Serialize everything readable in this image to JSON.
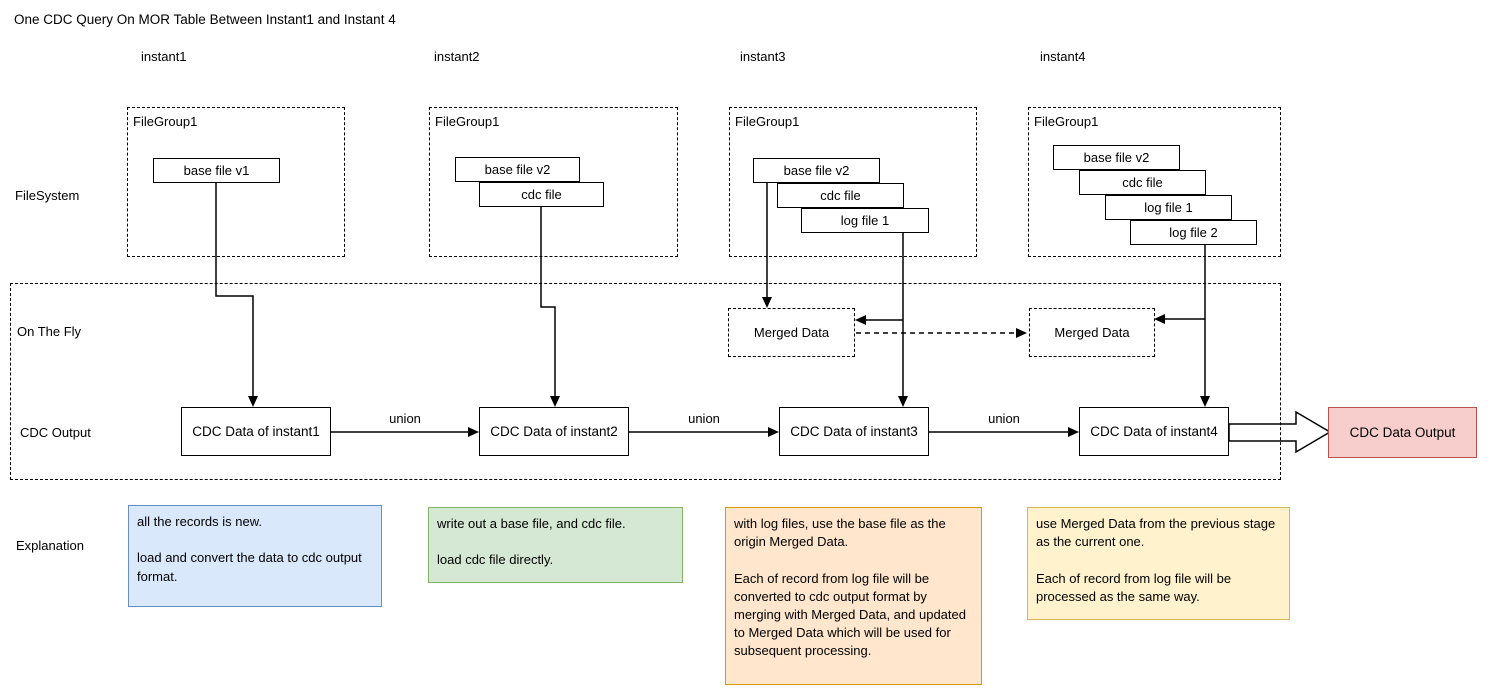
{
  "title": "One CDC Query On MOR Table Between Instant1 and Instant 4",
  "column_headers": [
    "instant1",
    "instant2",
    "instant3",
    "instant4"
  ],
  "row_labels": {
    "filesystem": "FileSystem",
    "on_the_fly": "On The Fly",
    "cdc_output": "CDC Output",
    "explanation": "Explanation"
  },
  "file_groups": [
    {
      "label": "FileGroup1",
      "files": [
        "base file v1"
      ]
    },
    {
      "label": "FileGroup1",
      "files": [
        "base file v2",
        "cdc file"
      ]
    },
    {
      "label": "FileGroup1",
      "files": [
        "base file v2",
        "cdc file",
        "log file 1"
      ]
    },
    {
      "label": "FileGroup1",
      "files": [
        "base file v2",
        "cdc file",
        "log file 1",
        "log file 2"
      ]
    }
  ],
  "merged_data_label": "Merged Data",
  "cdc_boxes": [
    "CDC Data of instant1",
    "CDC Data of instant2",
    "CDC Data of instant3",
    "CDC Data of instant4"
  ],
  "union_label": "union",
  "final_output_label": "CDC Data Output",
  "explanations": [
    {
      "text": "all the records is new.\n\nload and convert the data to cdc output format.",
      "fill": "#dae8fc",
      "border": "#6c8ebf"
    },
    {
      "text": "write out a base file, and cdc file.\n\nload cdc file directly.",
      "fill": "#d5e8d4",
      "border": "#82b366"
    },
    {
      "text": "with log files, use the base file as the origin Merged Data.\n\nEach of record from log file will be converted to cdc output format by merging with Merged Data, and updated to Merged Data which will be used for subsequent processing.",
      "fill": "#ffe6cc",
      "border": "#d79b00"
    },
    {
      "text": "use Merged Data from the previous stage as the current one.\n\nEach of record from log file will be processed as the same way.",
      "fill": "#fff2cc",
      "border": "#d6b656"
    }
  ],
  "colors": {
    "final_output_fill": "#f8cecc",
    "final_output_border": "#b85450",
    "line": "#000000"
  }
}
